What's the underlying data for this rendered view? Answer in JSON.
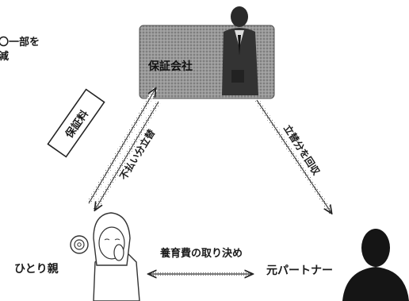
{
  "top_left_text": [
    "〇一部を",
    "減"
  ],
  "guarantor": {
    "label": "保証会社"
  },
  "arrows": {
    "fee_box": "保証料",
    "advance": "不払い分立替",
    "collect": "立替分を回収",
    "agreement": "養育費の取り決め"
  },
  "parties": {
    "single_parent": "ひとり親",
    "ex_partner": "元パートナー"
  },
  "colors": {
    "ink": "#1a1a1a",
    "box_fill": "#8a8a8a",
    "silhouette": "#151515"
  }
}
